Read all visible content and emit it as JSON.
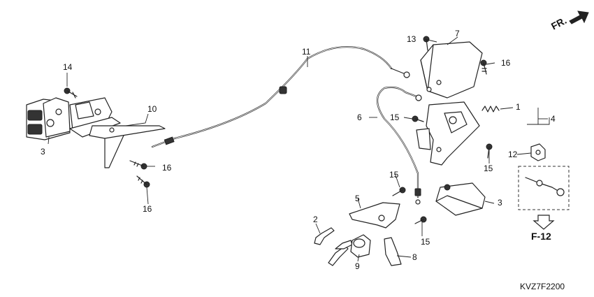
{
  "direction_mark": "FR.",
  "reference_code": "F-12",
  "figure_code": "KVZ7F2200",
  "callouts": {
    "c1": "1",
    "c2": "2",
    "c3a": "3",
    "c3b": "3",
    "c4": "4",
    "c5": "5",
    "c6": "6",
    "c7": "7",
    "c8": "8",
    "c9": "9",
    "c10": "10",
    "c11": "11",
    "c12": "12",
    "c13": "13",
    "c14": "14",
    "c15a": "15",
    "c15b": "15",
    "c15c": "15",
    "c15d": "15",
    "c16a": "16",
    "c16b": "16",
    "c16c": "16"
  }
}
